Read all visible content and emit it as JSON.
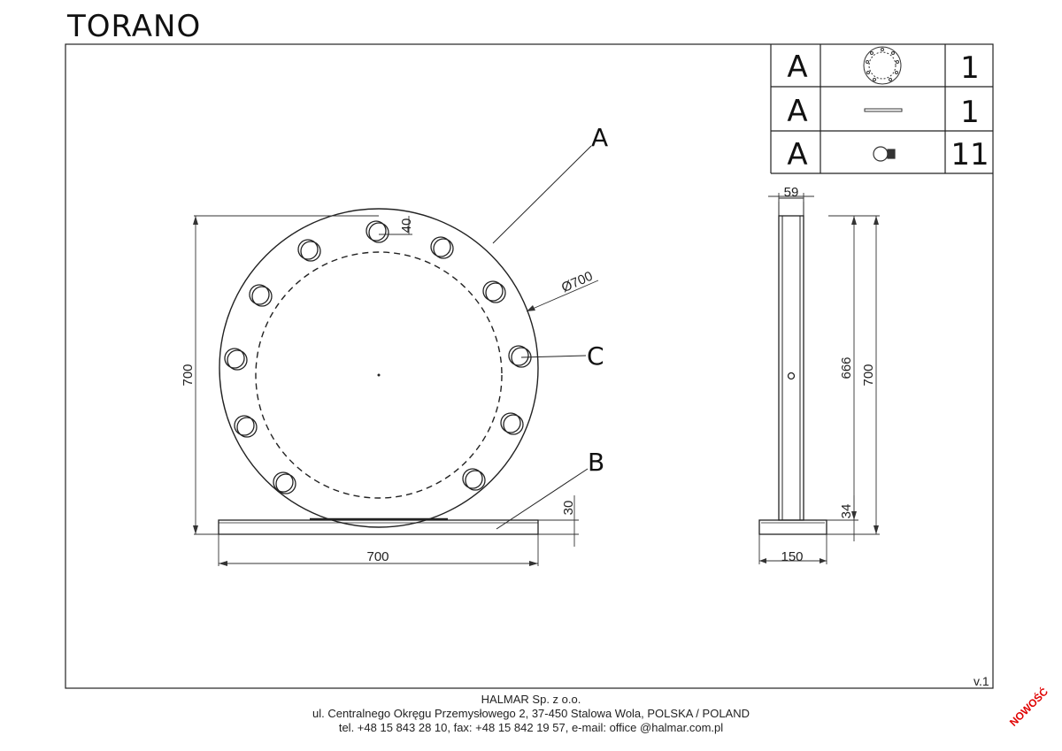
{
  "title": "TORANO",
  "version": "v.1",
  "parts_table": [
    {
      "letter": "A",
      "qty": "1",
      "icon": "round-mirror-icon"
    },
    {
      "letter": "A",
      "qty": "1",
      "icon": "base-plate-icon"
    },
    {
      "letter": "A",
      "qty": "11",
      "icon": "bulb-icon"
    }
  ],
  "callouts": {
    "a": "A",
    "b": "B",
    "c": "C"
  },
  "front_dims": {
    "height": "700",
    "width": "700",
    "diameter": "Ø700",
    "bulb_offset": "40",
    "base_height": "30"
  },
  "side_dims": {
    "depth_top": "59",
    "inner_height": "666",
    "total_height": "700",
    "base_height": "34",
    "base_depth": "150"
  },
  "footer": {
    "company": "HALMAR Sp. z o.o.",
    "address": "ul. Centralnego Okręgu Przemysłowego 2, 37-450 Stalowa Wola, POLSKA / POLAND",
    "contact": "tel. +48 15 843 28 10, fax: +48 15 842 19 57, e-mail: office @halmar.com.pl"
  },
  "badge": "NOWOŚĆ"
}
